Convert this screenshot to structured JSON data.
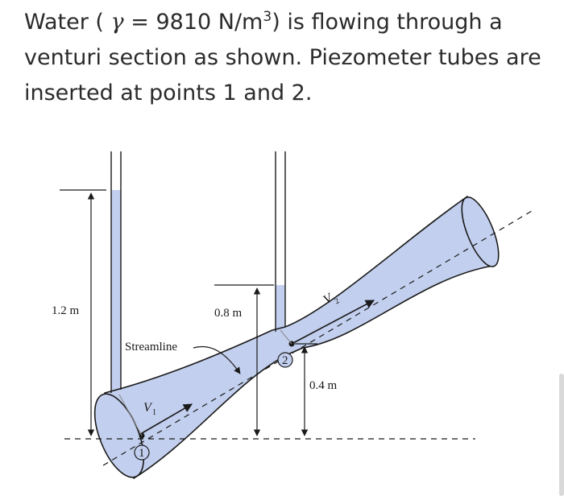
{
  "problem": {
    "p1": "Water (",
    "gamma": "γ",
    "p2": "= 9810 N/m",
    "exp": "3",
    "p3": ") is flowing through a venturi section as shown. Piezometer tubes are inserted at points 1 and 2."
  },
  "figure": {
    "dim_total": "1.2 m",
    "dim_mid": "0.8 m",
    "dim_low": "0.4 m",
    "streamline": "Streamline",
    "v1": "V",
    "v1_sub": "1",
    "v2": "V",
    "v2_sub": "2",
    "point1": "1",
    "point2": "2",
    "colors": {
      "water": "#c2cfee",
      "outline": "#1a1a1a"
    }
  }
}
